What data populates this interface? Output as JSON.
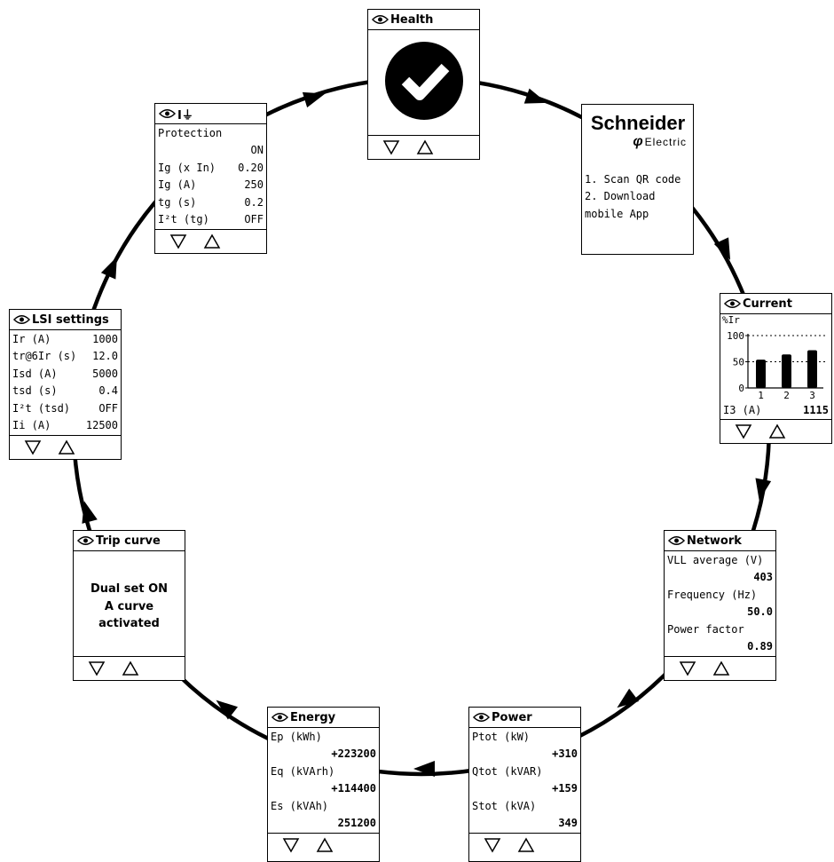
{
  "health": {
    "title": "Health"
  },
  "schneider": {
    "brand_line1": "Schneider",
    "brand_line2": "Electric",
    "lines": [
      "1. Scan QR code",
      "2. Download",
      "mobile App"
    ]
  },
  "current": {
    "title": "Current",
    "unit_label": "%Ir",
    "readout_label": "I3 (A)",
    "readout_value": "1115"
  },
  "network": {
    "title": "Network",
    "items": [
      {
        "label": "VLL average (V)",
        "value": "403"
      },
      {
        "label": "Frequency (Hz)",
        "value": "50.0"
      },
      {
        "label": "Power factor",
        "value": "0.89"
      }
    ]
  },
  "power": {
    "title": "Power",
    "items": [
      {
        "label": "Ptot (kW)",
        "value": "+310"
      },
      {
        "label": "Qtot (kVAR)",
        "value": "+159"
      },
      {
        "label": "Stot (kVA)",
        "value": "349"
      }
    ]
  },
  "energy": {
    "title": "Energy",
    "items": [
      {
        "label": "Ep (kWh)",
        "value": "+223200"
      },
      {
        "label": "Eq (kVArh)",
        "value": "+114400"
      },
      {
        "label": "Es (kVAh)",
        "value": "251200"
      }
    ]
  },
  "trip": {
    "title": "Trip curve",
    "lines": [
      "Dual set ON",
      "A curve",
      "activated"
    ]
  },
  "lsi": {
    "title": "LSI settings",
    "rows": [
      {
        "label": "Ir (A)",
        "value": "1000"
      },
      {
        "label": "tr@6Ir (s)",
        "value": "12.0"
      },
      {
        "label": "Isd (A)",
        "value": "5000"
      },
      {
        "label": "tsd (s)",
        "value": "0.4"
      },
      {
        "label": "I²t (tsd)",
        "value": "OFF"
      },
      {
        "label": "Ii (A)",
        "value": "12500"
      }
    ]
  },
  "ground": {
    "title": "I⏚",
    "protection_label": "Protection",
    "protection_value": "ON",
    "rows": [
      {
        "label": "Ig (x In)",
        "value": "0.20"
      },
      {
        "label": "Ig (A)",
        "value": "250"
      },
      {
        "label": "tg (s)",
        "value": "0.2"
      },
      {
        "label": "I²t (tg)",
        "value": "OFF"
      }
    ]
  },
  "chart_data": {
    "type": "bar",
    "categories": [
      "1",
      "2",
      "3"
    ],
    "values": [
      54,
      64,
      72
    ],
    "ylabel": "%Ir",
    "yticks": [
      0,
      50,
      100
    ],
    "ylim": [
      0,
      100
    ],
    "gridlines": [
      50,
      100
    ]
  }
}
